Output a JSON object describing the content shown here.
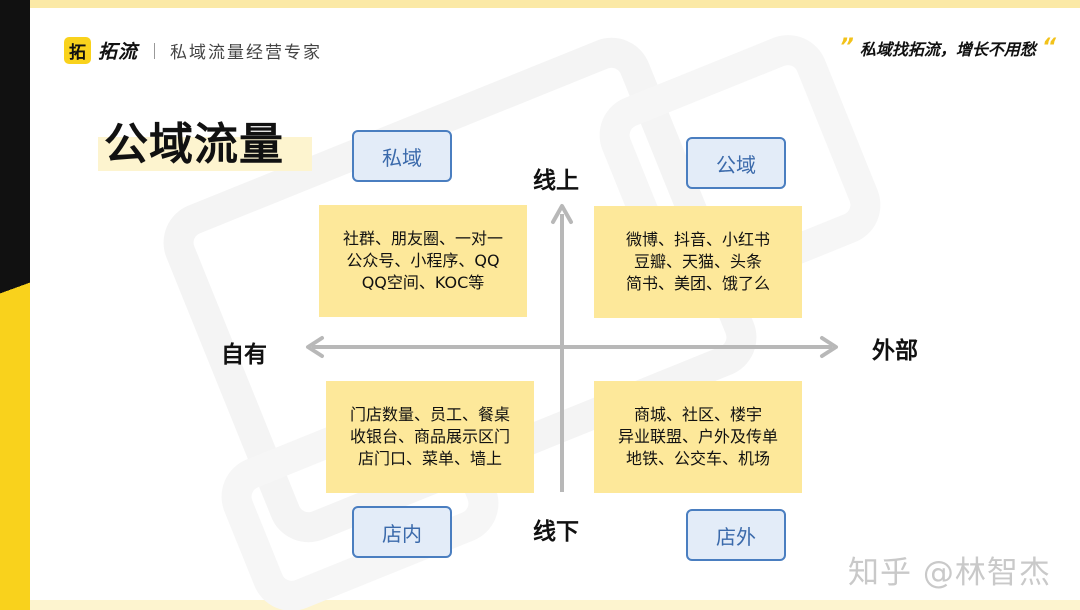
{
  "header": {
    "logo_mark": "拓",
    "brand_name": "拓流",
    "tagline": "私域流量经营专家",
    "slogan": "私域找拓流，增长不用愁",
    "quote_open": "”",
    "quote_close": "“"
  },
  "title": "公域流量",
  "axes": {
    "top": "线上",
    "bottom": "线下",
    "left": "自有",
    "right": "外部"
  },
  "tags": {
    "top_left": "私域",
    "top_right": "公域",
    "bottom_left": "店内",
    "bottom_right": "店外"
  },
  "quadrants": {
    "top_left": [
      "社群、朋友圈、一对一",
      "公众号、小程序、QQ",
      "QQ空间、KOC等"
    ],
    "top_right": [
      "微博、抖音、小红书",
      "豆瓣、天猫、头条",
      "简书、美团、饿了么"
    ],
    "bottom_left": [
      "门店数量、员工、餐桌",
      "收银台、商品展示区门",
      "店门口、菜单、墙上"
    ],
    "bottom_right": [
      "商城、社区、楼宇",
      "异业联盟、户外及传单",
      "地铁、公交车、机场"
    ]
  },
  "credit": "知乎 @林智杰",
  "colors": {
    "accent_yellow": "#f9d21c",
    "box_fill": "#fde89a",
    "tag_border": "#4a7ec0",
    "tag_fill": "#e3ecf8",
    "arrow": "#b8b8b8"
  }
}
